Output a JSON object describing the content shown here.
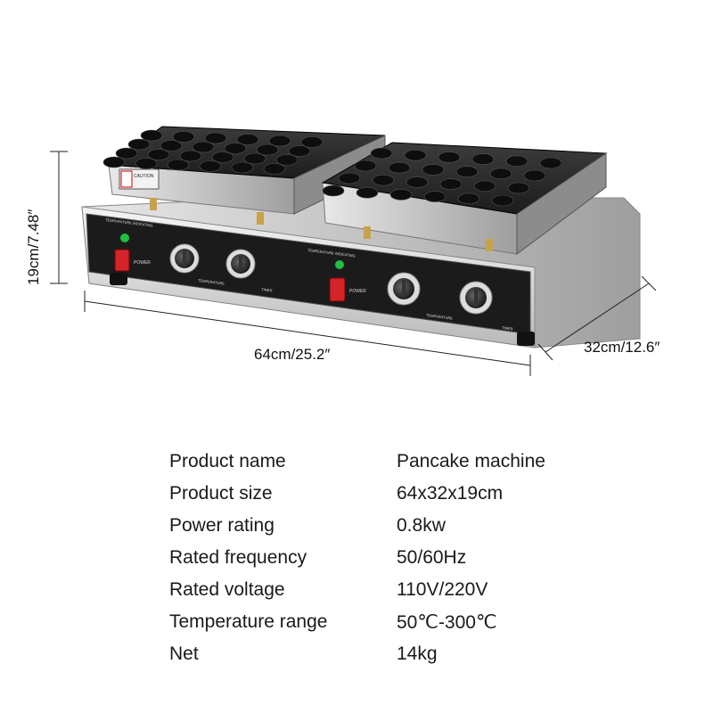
{
  "dimensions": {
    "height": "19cm/7.48″",
    "width": "64cm/25.2″",
    "depth": "32cm/12.6″"
  },
  "machine_labels": {
    "caution": "CAUTION",
    "power": "POWER",
    "temperature": "TEMPERATURE",
    "timer": "TIMER",
    "temperature_indicating": "TEMPERATURE INDICATING"
  },
  "specs": [
    {
      "label": "Product name",
      "value": "Pancake machine"
    },
    {
      "label": "Product size",
      "value": "64x32x19cm"
    },
    {
      "label": "Power rating",
      "value": "0.8kw"
    },
    {
      "label": "Rated frequency",
      "value": "50/60Hz"
    },
    {
      "label": "Rated voltage",
      "value": "110V/220V"
    },
    {
      "label": "Temperature range",
      "value": "50℃-300℃"
    },
    {
      "label": "Net",
      "value": "14kg"
    }
  ]
}
